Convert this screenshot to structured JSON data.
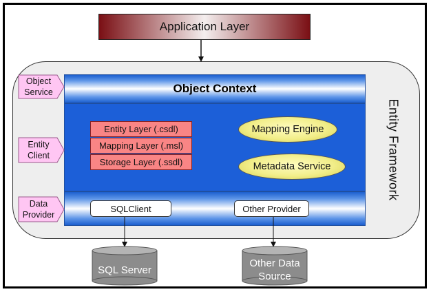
{
  "application_layer": {
    "label": "Application Layer"
  },
  "entity_framework": {
    "label": "Entity Framework",
    "object_context": {
      "label": "Object Context"
    },
    "side_tags": [
      {
        "id": "object-service",
        "label": "Object\nService"
      },
      {
        "id": "entity-client",
        "label": "Entity\nClient"
      },
      {
        "id": "data-provider",
        "label": "Data\nProvider"
      }
    ],
    "layers": [
      {
        "label": "Entity Layer (.csdl)"
      },
      {
        "label": "Mapping Layer (.msl)"
      },
      {
        "label": "Storage Layer (.ssdl)"
      }
    ],
    "engines": [
      {
        "label": "Mapping Engine"
      },
      {
        "label": "Metadata Service"
      }
    ],
    "providers": [
      {
        "label": "SQLClient"
      },
      {
        "label": "Other Provider"
      }
    ]
  },
  "data_stores": [
    {
      "label": "SQL Server"
    },
    {
      "label": "Other Data\nSource"
    }
  ],
  "colors": {
    "app_layer_dark": "#7a0f14",
    "band_blue": "#1c5fd8",
    "tag_pink": "#ffc6f3",
    "layer_red": "#f98585",
    "ellipse_yellow": "#f2ee8a",
    "db_gray": "#8c8c8c"
  }
}
